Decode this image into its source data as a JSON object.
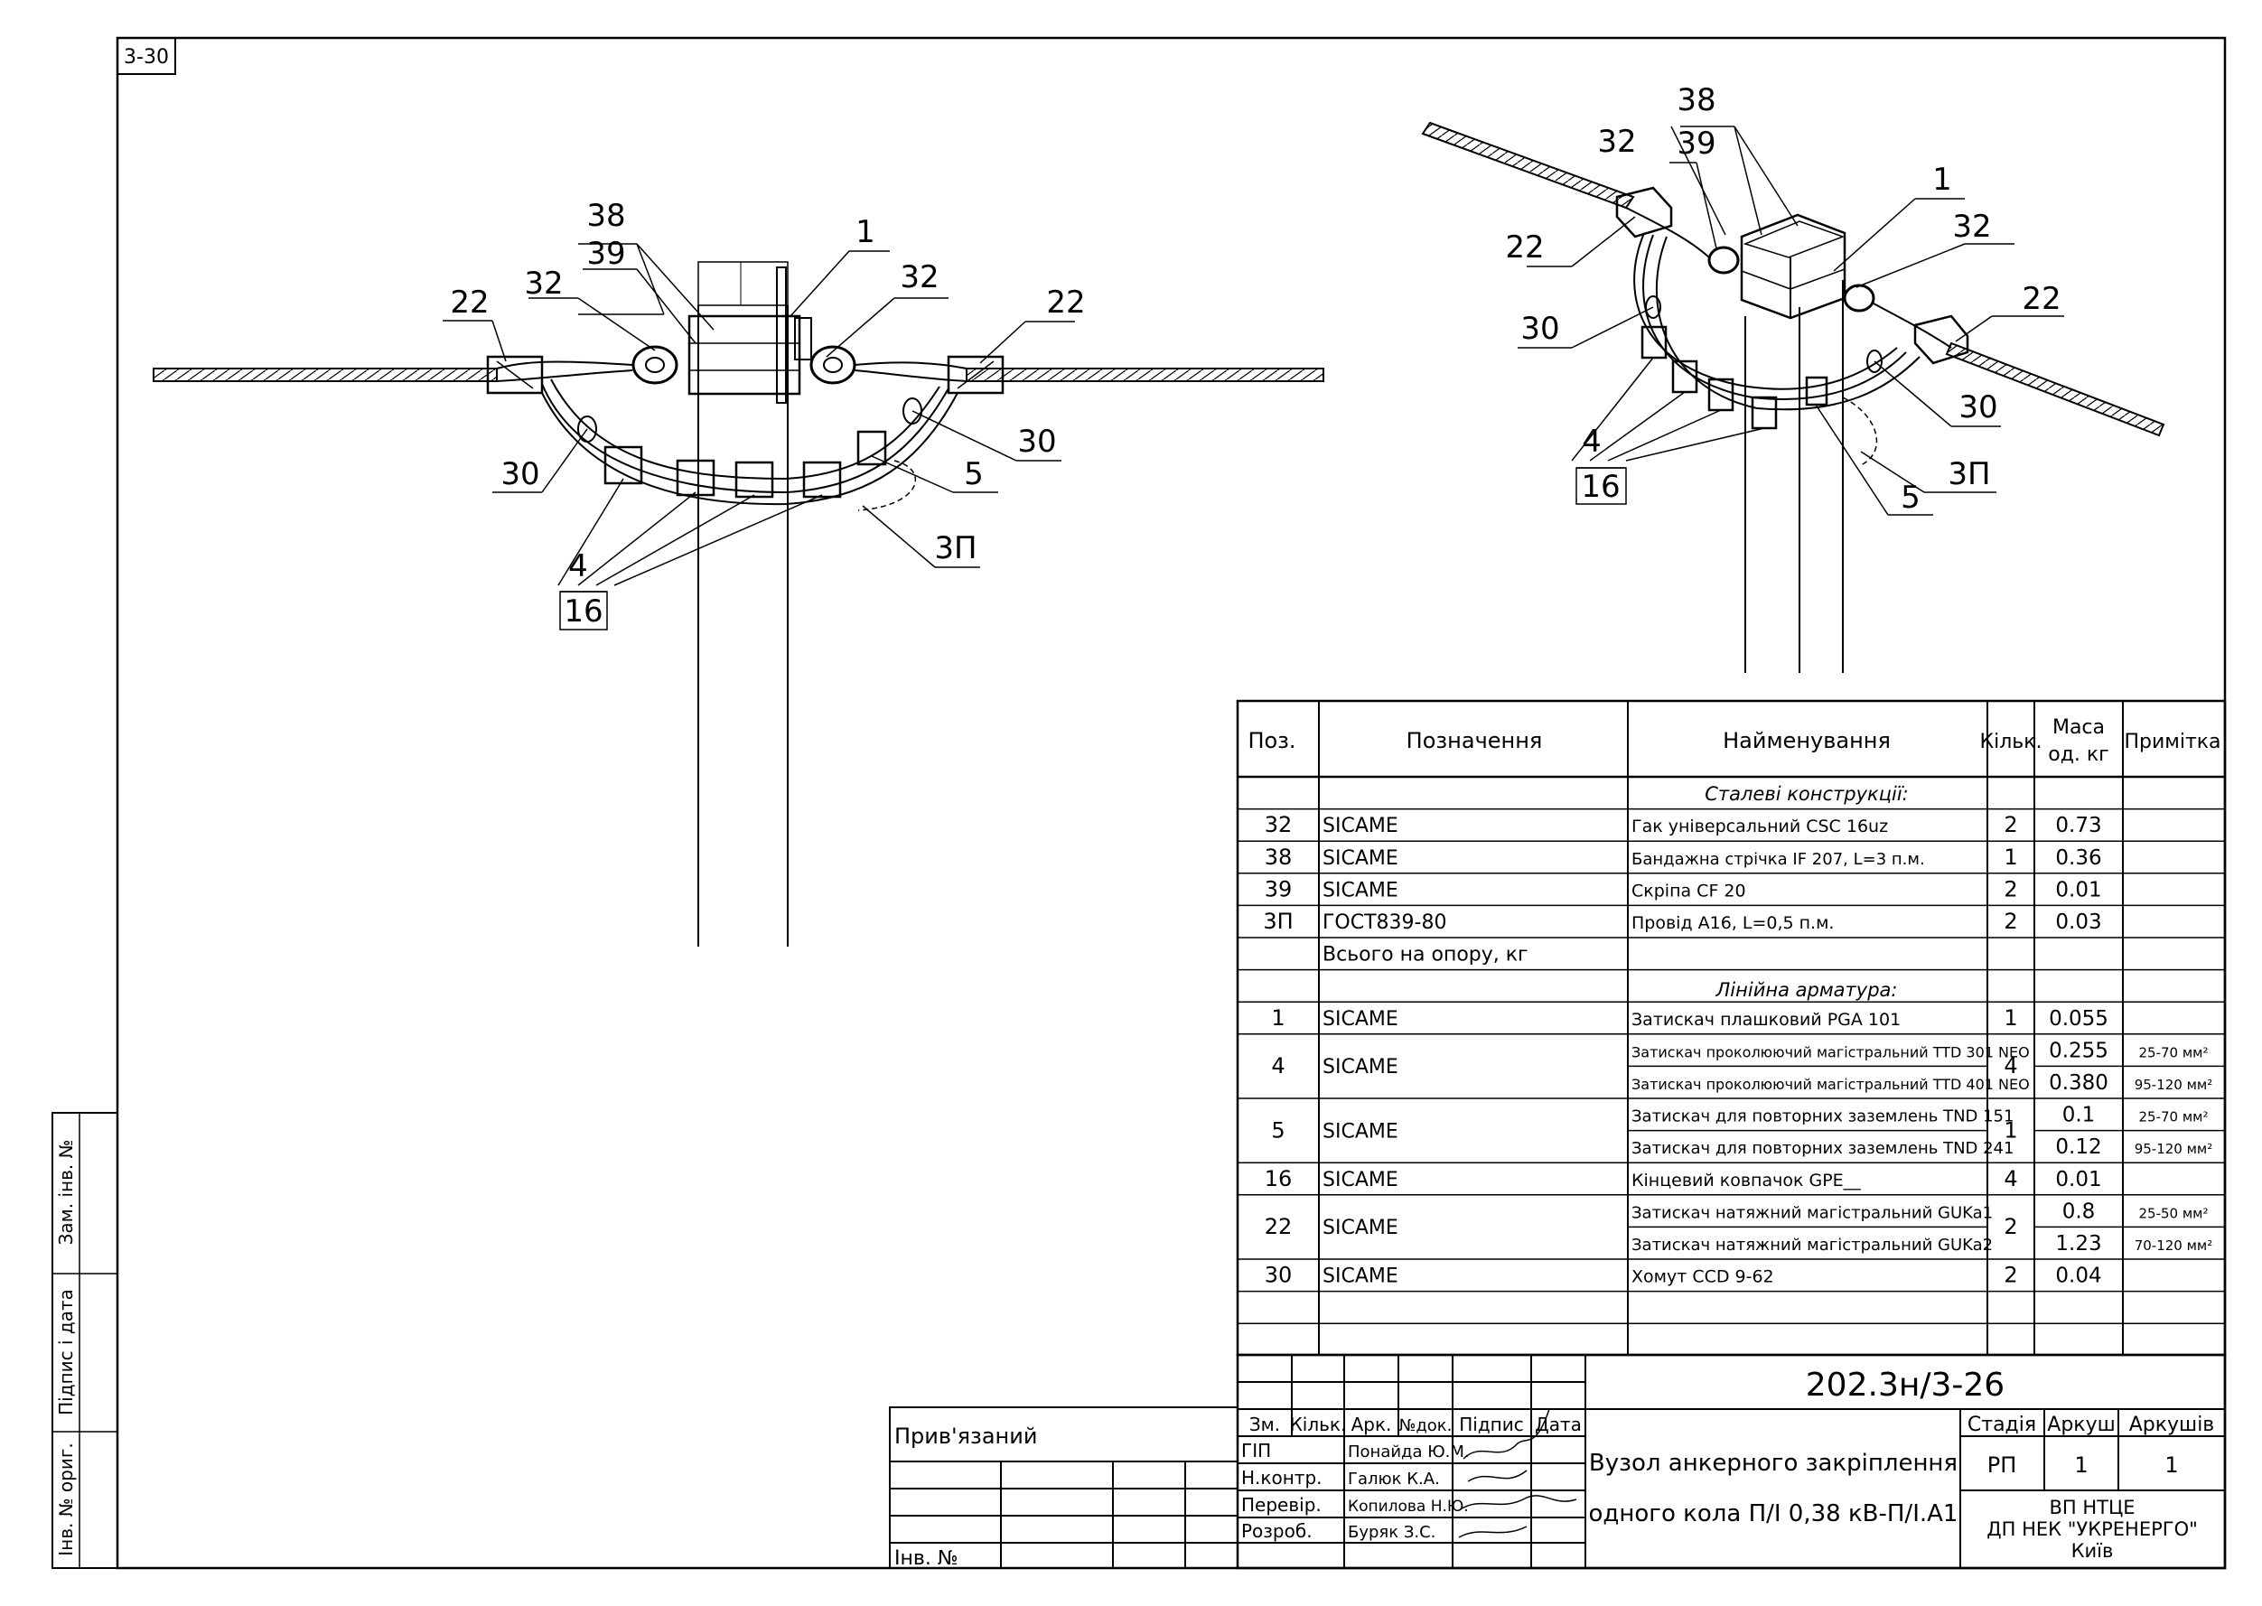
{
  "sheet_id": "3-30",
  "drawing_front": {
    "callouts": {
      "c38": "38",
      "c39": "39",
      "c1": "1",
      "c32a": "32",
      "c32b": "32",
      "c22a": "22",
      "c22b": "22",
      "c30a": "30",
      "c30b": "30",
      "c5": "5",
      "c3P": "3П",
      "c4": "4",
      "c16": "16"
    }
  },
  "drawing_iso": {
    "callouts": {
      "c38": "38",
      "c39": "39",
      "c32a": "32",
      "c1": "1",
      "c32b": "32",
      "c22a": "22",
      "c22b": "22",
      "c30a": "30",
      "c30b": "30",
      "c4": "4",
      "c16": "16",
      "c3P": "3П",
      "c5": "5"
    }
  },
  "spec_table": {
    "headers": {
      "pos": "Поз.",
      "designation": "Позначення",
      "name": "Найменування",
      "qty": "Кільк.",
      "mass": "Маса од. кг",
      "mass_l1": "Маса",
      "mass_l2": "од. кг",
      "note": "Примітка"
    },
    "section_steel": "Сталеві конструкції:",
    "section_fittings": "Лінійна арматура:",
    "rows": [
      {
        "pos": "32",
        "designation": "SICAME",
        "name": "Гак універсальний CSC 16uz",
        "qty": "2",
        "mass": "0.73",
        "note": ""
      },
      {
        "pos": "38",
        "designation": "SICAME",
        "name": "Бандажна стрічка IF 207, L=3 п.м.",
        "qty": "1",
        "mass": "0.36",
        "note": ""
      },
      {
        "pos": "39",
        "designation": "SICAME",
        "name": "Скріпа CF 20",
        "qty": "2",
        "mass": "0.01",
        "note": ""
      },
      {
        "pos": "3П",
        "designation": "ГОСТ839-80",
        "name": "Провід А16, L=0,5 п.м.",
        "qty": "2",
        "mass": "0.03",
        "note": ""
      },
      {
        "pos": "",
        "designation": "Всього на опору, кг",
        "name": "",
        "qty": "",
        "mass": "",
        "note": ""
      },
      {
        "pos": "1",
        "designation": "SICAME",
        "name": "Затискач плашковий PGA 101",
        "qty": "1",
        "mass": "0.055",
        "note": ""
      },
      {
        "pos": "4",
        "designation": "SICAME",
        "name": "Затискач проколюючий магістральний TTD 301 NEO",
        "qty": "4",
        "mass": "0.255",
        "note": "25-70 мм²"
      },
      {
        "pos": "",
        "designation": "",
        "name": "Затискач проколюючий магістральний TTD 401 NEO",
        "qty": "",
        "mass": "0.380",
        "note": "95-120 мм²"
      },
      {
        "pos": "5",
        "designation": "SICAME",
        "name": "Затискач для повторних заземлень TND 151",
        "qty": "1",
        "mass": "0.1",
        "note": "25-70 мм²"
      },
      {
        "pos": "",
        "designation": "",
        "name": "Затискач для повторних заземлень TND 241",
        "qty": "",
        "mass": "0.12",
        "note": "95-120 мм²"
      },
      {
        "pos": "16",
        "designation": "SICAME",
        "name": "Кінцевий ковпачок GPE__",
        "qty": "4",
        "mass": "0.01",
        "note": ""
      },
      {
        "pos": "22",
        "designation": "SICAME",
        "name": "Затискач натяжний магістральний GUKa1",
        "qty": "2",
        "mass": "0.8",
        "note": "25-50 мм²"
      },
      {
        "pos": "",
        "designation": "",
        "name": "Затискач натяжний магістральний GUKa2",
        "qty": "",
        "mass": "1.23",
        "note": "70-120 мм²"
      },
      {
        "pos": "30",
        "designation": "SICAME",
        "name": "Хомут CCD 9-62",
        "qty": "2",
        "mass": "0.04",
        "note": ""
      }
    ]
  },
  "title_block": {
    "doc_code": "202.3н/3-26",
    "title_line1": "Вузол анкерного закріплення",
    "title_line2": "одного кола П/І 0,38 кВ-П/І.А1",
    "col_headers": {
      "zm": "Зм.",
      "kilk": "Кільк.",
      "ark": "Арк.",
      "ndok": "№док.",
      "pidpys": "Підпис",
      "data": "Дата"
    },
    "roles": [
      {
        "role": "ГІП",
        "name": "Понайда Ю.М."
      },
      {
        "role": "Н.контр.",
        "name": "Галюк К.А."
      },
      {
        "role": "Перевір.",
        "name": "Копилова Н.Ю."
      },
      {
        "role": "Розроб.",
        "name": "Буряк З.С."
      }
    ],
    "stage_label": "Стадія",
    "sheet_label": "Аркуш",
    "sheets_label": "Аркушів",
    "stage": "РП",
    "sheet": "1",
    "sheets": "1",
    "org_line1": "ВП НТЦЕ",
    "org_line2": "ДП НЕК \"УКРЕНЕРГО\"",
    "org_line3": "Київ",
    "pryviazanyi": "Прив'язаний",
    "inv_no": "Інв. №"
  },
  "side_stamp": {
    "zam_inv": "Зам. інв. №",
    "pidpys_data": "Підпис і дата",
    "inv_orig": "Інв. № ориг."
  }
}
